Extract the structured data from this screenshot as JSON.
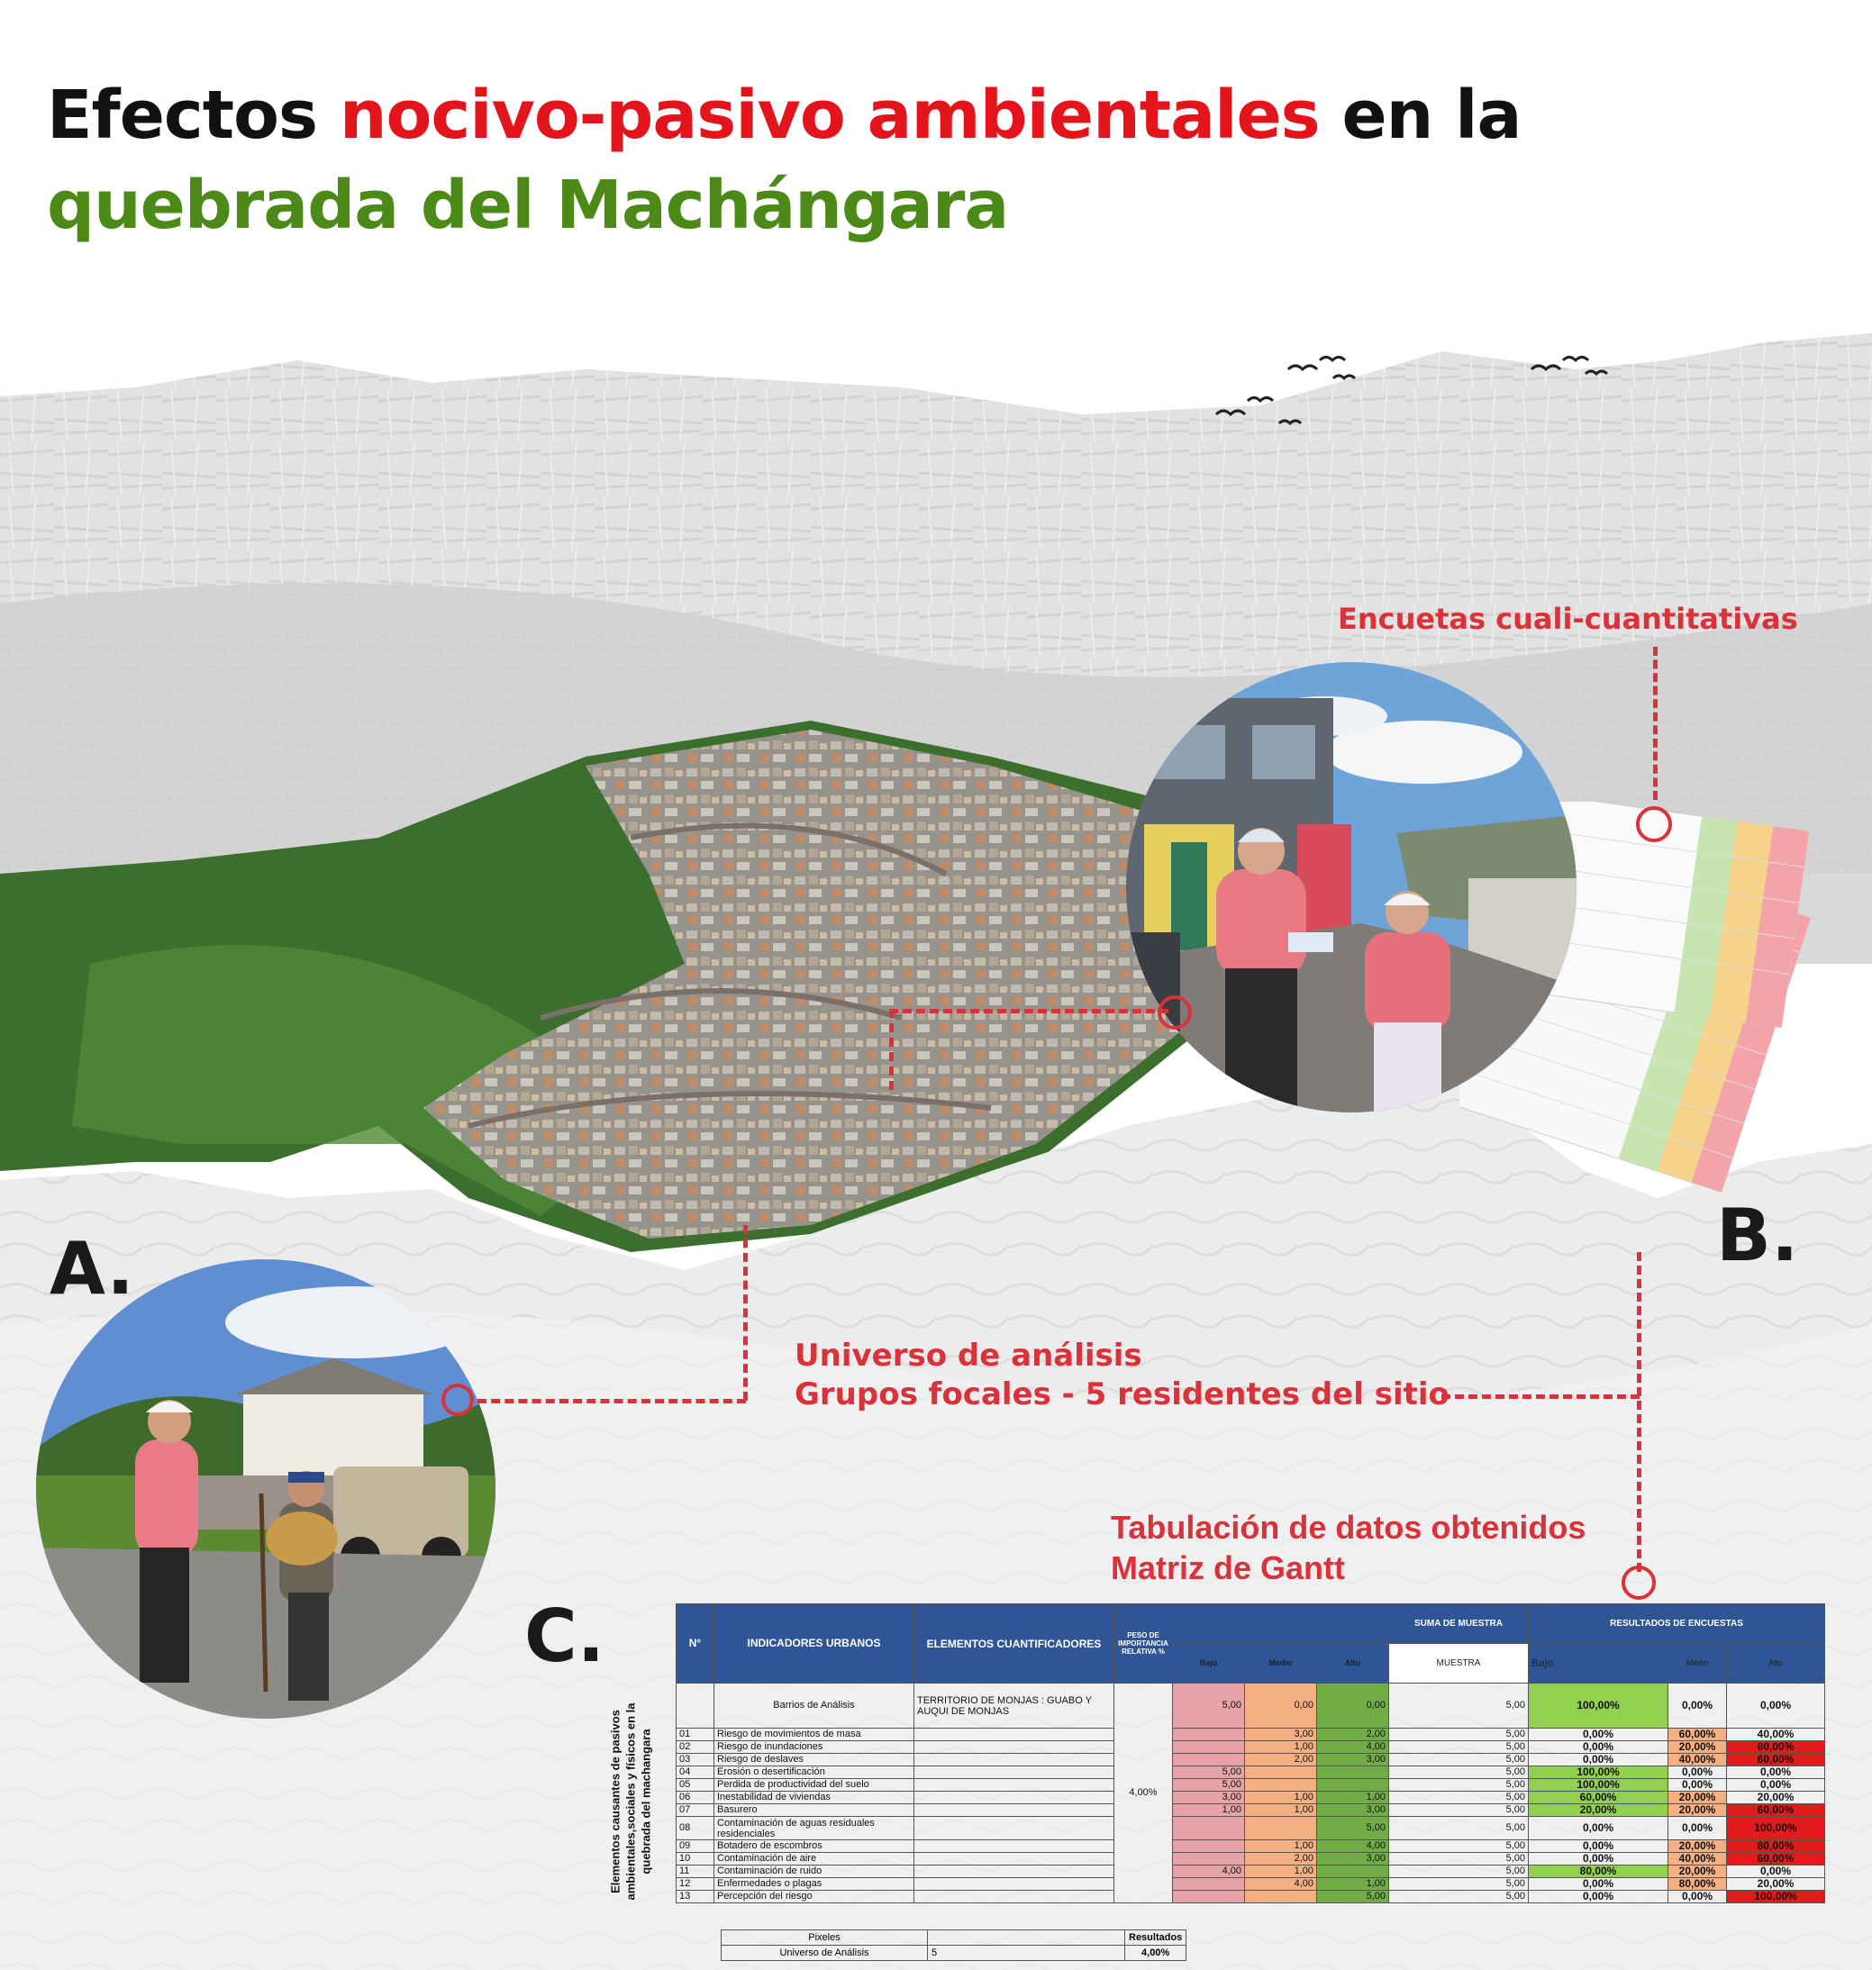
{
  "title": {
    "part1": "Efectos ",
    "part2": "nocivo-pasivo ambientales",
    "part3": " en la",
    "line2": "quebrada del Machángara"
  },
  "letters": {
    "a": "A.",
    "b": "B.",
    "c": "C."
  },
  "callouts": {
    "surveys": "Encuetas cuali-cuantitativas",
    "universe_line1": "Universo de análisis",
    "universe_line2": "Grupos focales - 5 residentes del sitio",
    "tabulation_line1": "Tabulación de datos obtenidos",
    "tabulation_line2": "Matriz de Gantt"
  },
  "table": {
    "side_label": "Elementos causantes de pasivos ambientales,sociales y físicos en la quebrada del machangara",
    "headers": {
      "n": "N°",
      "indicadores": "INDICADORES URBANOS",
      "elementos": "ELEMENTOS CUANTIFICADORES",
      "peso": "PESO DE IMPORTANCIA RELATIVA %",
      "suma": "SUMA DE MUESTRA",
      "resultados": "RESULTADOS DE ENCUESTAS",
      "bajo": "Bajo",
      "medio": "Medio",
      "alto": "Alto",
      "muestra": "MUESTRA",
      "r_bajo": "Bajo",
      "r_medio": "Medio",
      "r_alto": "Alto"
    },
    "summary_row": {
      "label": "Barrios de Análisis",
      "elementos": "TERRITORIO DE MONJAS : GUABO Y AUQUI DE MONJAS",
      "bajo": "5,00",
      "medio": "0,00",
      "alto": "0,00",
      "muestra": "5,00",
      "r_bajo": "100,00%",
      "r_medio": "0,00%",
      "r_alto": "0,00%"
    },
    "peso_value": "4,00%",
    "rows": [
      {
        "n": "01",
        "ind": "Riesgo de movimientos de masa",
        "b": "",
        "m": "3,00",
        "a": "2,00",
        "mu": "5,00",
        "rb": "0,00%",
        "rm": "60,00%",
        "ra": "40,00%"
      },
      {
        "n": "02",
        "ind": "Riesgo de inundaciones",
        "b": "",
        "m": "1,00",
        "a": "4,00",
        "mu": "5,00",
        "rb": "0,00%",
        "rm": "20,00%",
        "ra": "80,00%"
      },
      {
        "n": "03",
        "ind": "Riesgo de deslaves",
        "b": "",
        "m": "2,00",
        "a": "3,00",
        "mu": "5,00",
        "rb": "0,00%",
        "rm": "40,00%",
        "ra": "60,00%"
      },
      {
        "n": "04",
        "ind": "Erosión o desertificación",
        "b": "5,00",
        "m": "",
        "a": "",
        "mu": "5,00",
        "rb": "100,00%",
        "rm": "0,00%",
        "ra": "0,00%"
      },
      {
        "n": "05",
        "ind": "Perdida de productividad del suelo",
        "b": "5,00",
        "m": "",
        "a": "",
        "mu": "5,00",
        "rb": "100,00%",
        "rm": "0,00%",
        "ra": "0,00%"
      },
      {
        "n": "06",
        "ind": "Inestabilidad de viviendas",
        "b": "3,00",
        "m": "1,00",
        "a": "1,00",
        "mu": "5,00",
        "rb": "60,00%",
        "rm": "20,00%",
        "ra": "20,00%"
      },
      {
        "n": "07",
        "ind": "Basurero",
        "b": "1,00",
        "m": "1,00",
        "a": "3,00",
        "mu": "5,00",
        "rb": "20,00%",
        "rm": "20,00%",
        "ra": "60,00%"
      },
      {
        "n": "08",
        "ind": "Contaminación de aguas residuales residenciales",
        "b": "",
        "m": "",
        "a": "5,00",
        "mu": "5,00",
        "rb": "0,00%",
        "rm": "0,00%",
        "ra": "100,00%"
      },
      {
        "n": "09",
        "ind": "Botadero de escombros",
        "b": "",
        "m": "1,00",
        "a": "4,00",
        "mu": "5,00",
        "rb": "0,00%",
        "rm": "20,00%",
        "ra": "80,00%"
      },
      {
        "n": "10",
        "ind": "Contaminación de aire",
        "b": "",
        "m": "2,00",
        "a": "3,00",
        "mu": "5,00",
        "rb": "0,00%",
        "rm": "40,00%",
        "ra": "60,00%"
      },
      {
        "n": "11",
        "ind": "Contaminación de ruido",
        "b": "4,00",
        "m": "1,00",
        "a": "",
        "mu": "5,00",
        "rb": "80,00%",
        "rm": "20,00%",
        "ra": "0,00%"
      },
      {
        "n": "12",
        "ind": "Enfermedades o plagas",
        "b": "",
        "m": "4,00",
        "a": "1,00",
        "mu": "5,00",
        "rb": "0,00%",
        "rm": "80,00%",
        "ra": "20,00%"
      },
      {
        "n": "13",
        "ind": "Percepción del riesgo",
        "b": "",
        "m": "",
        "a": "5,00",
        "mu": "5,00",
        "rb": "0,00%",
        "rm": "0,00%",
        "ra": "100,00%"
      }
    ],
    "summary_table": {
      "col1": "Pixeles",
      "col3": "Resultados",
      "label": "Universo de Análisis",
      "value": "5",
      "result": "4,00%"
    }
  },
  "colors": {
    "red": "#e3141b",
    "green": "#4c8a18",
    "callout": "#d9323a",
    "header_blue": "#2f5597"
  }
}
